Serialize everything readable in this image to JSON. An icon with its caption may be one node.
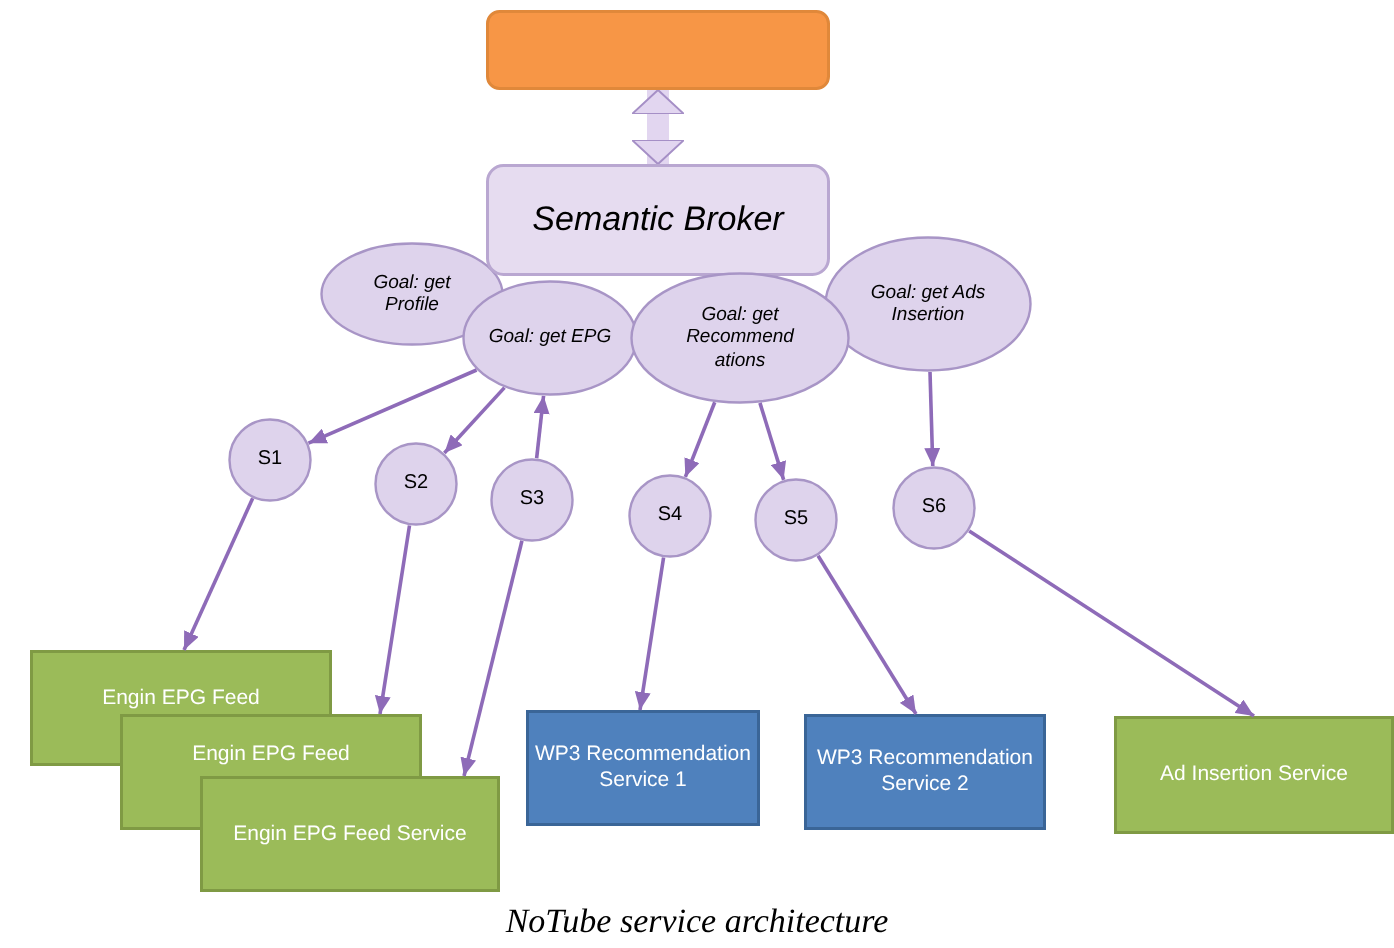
{
  "diagram": {
    "caption": "NoTube service architecture",
    "nodes": [
      {
        "text": [],
        "shape": "box"
      },
      {
        "text": [
          "Semantic Broker"
        ]
      },
      {
        "text": [
          "Goal: get Profile"
        ]
      },
      {
        "text": [
          "Goal: get EPG"
        ]
      },
      {
        "text": [
          "Goal: get Recommend ations"
        ]
      },
      {
        "text": [
          "Goal: get Ads Insertion"
        ]
      },
      {
        "text": [
          "S1"
        ]
      },
      {
        "text": [
          "S2"
        ]
      },
      {
        "text": [
          "S3"
        ]
      },
      {
        "text": [
          "S4"
        ]
      },
      {
        "text": [
          "S5"
        ]
      },
      {
        "text": [
          "S6"
        ]
      },
      {
        "text": [
          "Engin EPG Feed"
        ]
      },
      {
        "text": [
          "Engin EPG Feed"
        ]
      },
      {
        "text": [
          "Engin EPG Feed Service"
        ]
      },
      {
        "text": [
          "WP3 Recommendation Service 1"
        ]
      },
      {
        "text": [
          "WP3 Recommendation Service 2"
        ]
      },
      {
        "text": [
          "Ad Insertion Service"
        ]
      }
    ],
    "edges": [
      {
        "from": 1,
        "to": 0,
        "arrow": "both",
        "style": "thick",
        "color": "#e2d6f0"
      },
      {
        "from": 3,
        "to": 6,
        "arrow": "to"
      },
      {
        "from": 3,
        "to": 7,
        "arrow": "to"
      },
      {
        "from": 8,
        "to": 3,
        "arrow": "to"
      },
      {
        "from": 4,
        "to": 9,
        "arrow": "to"
      },
      {
        "from": 4,
        "to": 10,
        "arrow": "to"
      },
      {
        "from": 5,
        "to": 11,
        "arrow": "to"
      },
      {
        "from": 6,
        "to": 12,
        "arrow": "to"
      },
      {
        "from": 7,
        "to": 13,
        "arrow": "to"
      },
      {
        "from": 8,
        "to": 14,
        "arrow": "to"
      },
      {
        "from": 9,
        "to": 15,
        "arrow": "to"
      },
      {
        "from": 10,
        "to": 16,
        "arrow": "to"
      },
      {
        "from": 11,
        "to": 17,
        "arrow": "to"
      }
    ]
  }
}
